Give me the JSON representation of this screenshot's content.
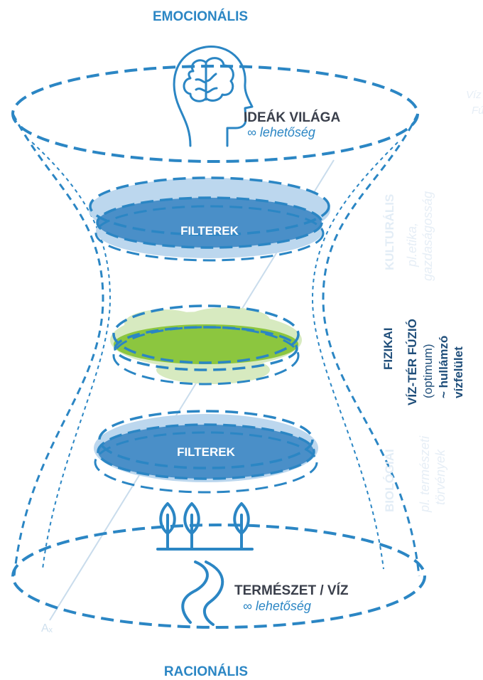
{
  "top_label": "EMOCIONÁLIS",
  "bottom_label": "RACIONÁLIS",
  "ideas": {
    "title": "IDEÁK VILÁGA",
    "subtitle": "∞ lehetőség"
  },
  "nature": {
    "title": "TERMÉSZET / VÍZ",
    "subtitle": "∞ lehetőség"
  },
  "filter_top": "FILTEREK",
  "filter_bottom": "FILTEREK",
  "side": {
    "cultural": {
      "label": "KULTURÁLIS",
      "note_line1": "pl.etika,",
      "note_line2": "gazdaságosság"
    },
    "physical": {
      "label": "FIZIKAI",
      "note_line1": "VÍZ-TÉR FÚZIÓ",
      "note_line2": "(optimum)",
      "note_line3": "~ hullámzó",
      "note_line4": "vízfelület"
    },
    "biological": {
      "label": "BIOLÓGIAI",
      "note_line1": "pl. természeti",
      "note_line2": "törvények"
    }
  },
  "edge_text": {
    "line1": "Víz",
    "line2": "Fú"
  },
  "axis_label": "Aₓ",
  "colors": {
    "primary_blue": "#2b86c4",
    "filter_blue": "#4a8fc8",
    "green": "#8cc63f",
    "dark_text": "#3a3f4b",
    "navy_text": "#1f4e7a"
  }
}
